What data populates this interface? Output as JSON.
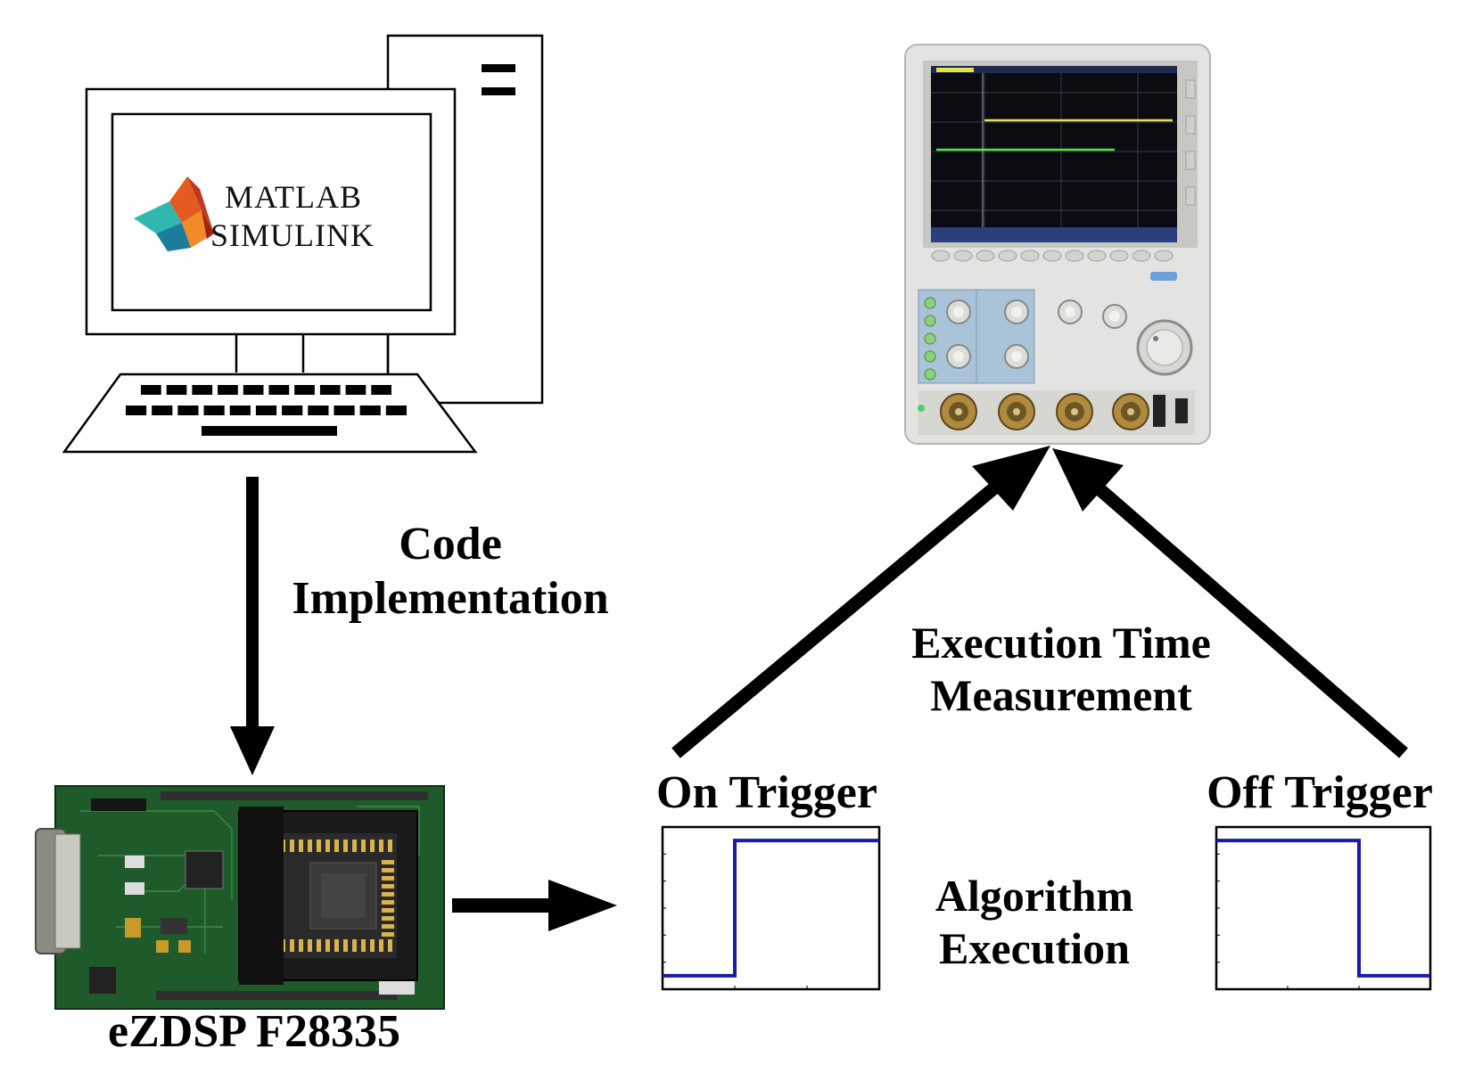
{
  "labels": {
    "logo_line1": "MATLAB",
    "logo_line2": "SIMULINK",
    "code_line1": "Code",
    "code_line2": "Implementation",
    "board": "eZDSP F28335",
    "exec_time_line1": "Execution Time",
    "exec_time_line2": "Measurement",
    "on_trigger": "On Trigger",
    "off_trigger": "Off Trigger",
    "algo_line1": "Algorithm",
    "algo_line2": "Execution"
  },
  "icons": [
    "computer-icon",
    "matlab-logo-icon",
    "dsp-board-icon",
    "oscilloscope-icon"
  ],
  "colors": {
    "signal": "#1a1aa6",
    "scope_screen": "#0b0b12",
    "scope_trace_yellow": "#e8e24a",
    "scope_trace_green": "#5fe04a",
    "board_pcb": "#1f5a2a",
    "scope_panel_blue": "#a9c4d8"
  },
  "chart_data": [
    {
      "type": "line",
      "series": [
        {
          "x": [
            0,
            1,
            1,
            3
          ],
          "y": [
            0,
            0,
            1,
            1
          ]
        }
      ],
      "xlim": [
        0,
        3
      ],
      "ylim": [
        -0.1,
        1.1
      ]
    },
    {
      "type": "line",
      "series": [
        {
          "x": [
            0,
            2,
            2,
            3
          ],
          "y": [
            1,
            1,
            0,
            0
          ]
        }
      ],
      "xlim": [
        0,
        3
      ],
      "ylim": [
        -0.1,
        1.1
      ]
    }
  ]
}
